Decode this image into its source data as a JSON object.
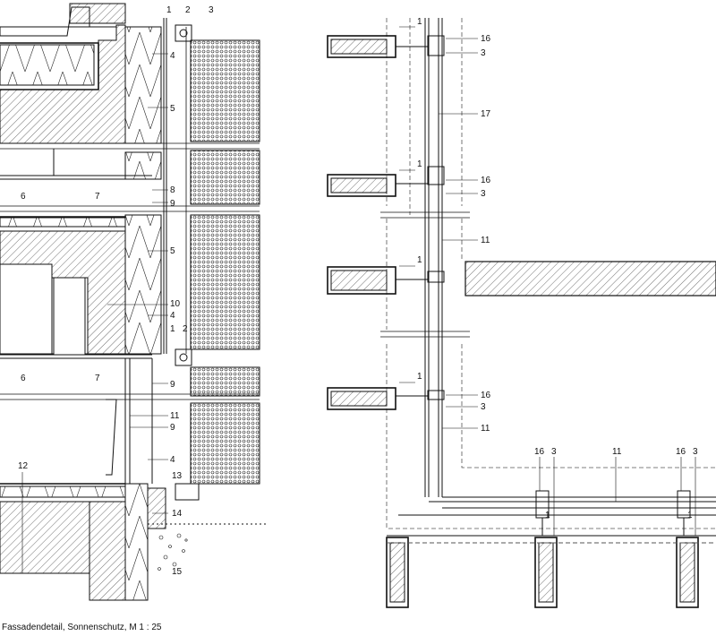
{
  "caption": "Fassadendetail, Sonnenschutz, M 1 : 25",
  "labels": {
    "l1": "1",
    "l2": "2",
    "l3": "3",
    "l4": "4",
    "l5": "5",
    "l6": "6",
    "l7": "7",
    "l8": "8",
    "l9": "9",
    "l10": "10",
    "l11": "11",
    "l12": "12",
    "l13": "13",
    "l14": "14",
    "l15": "15",
    "l16": "16",
    "l17": "17"
  },
  "colors": {
    "line": "#111111",
    "hatch": "#333333",
    "dash": "#555555"
  }
}
